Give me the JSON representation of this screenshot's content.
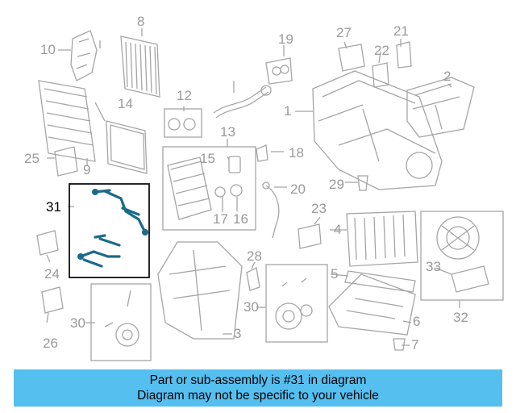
{
  "diagram": {
    "highlighted_part": "31",
    "callouts": [
      "1",
      "2",
      "3",
      "4",
      "5",
      "6",
      "7",
      "8",
      "9",
      "10",
      "12",
      "13",
      "14",
      "15",
      "16",
      "17",
      "18",
      "19",
      "20",
      "21",
      "22",
      "23",
      "24",
      "25",
      "26",
      "27",
      "28",
      "29",
      "30",
      "30",
      "31",
      "32",
      "33"
    ]
  },
  "banner": {
    "line1": "Part or sub-assembly is #31 in diagram",
    "line2": "Diagram may not be specific to your vehicle",
    "background": "#55bff0"
  },
  "colors": {
    "line_art": "#a0a0a0",
    "highlight": "#1a6a8a",
    "callout_text": "#9a9a9a"
  }
}
